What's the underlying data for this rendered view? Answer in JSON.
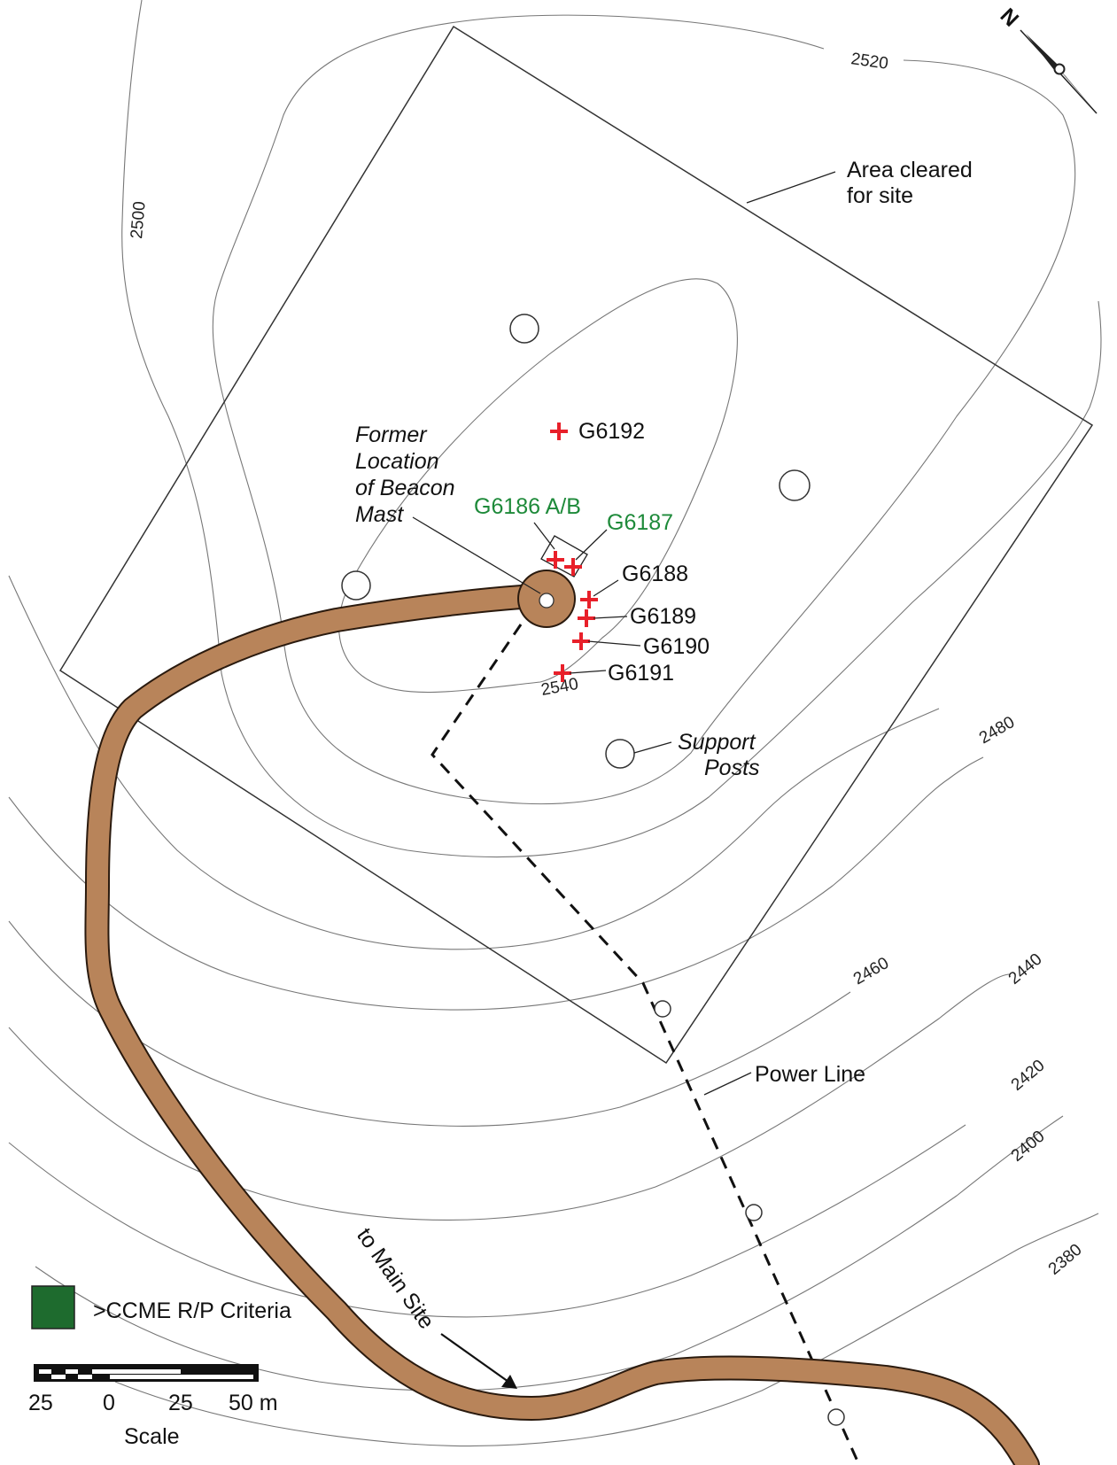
{
  "labels": {
    "area_cleared_line1": "Area cleared",
    "area_cleared_line2": "for site",
    "former_line1": "Former",
    "former_line2": "Location",
    "former_line3": "of Beacon",
    "former_line4": "Mast",
    "support_line1": "Support",
    "support_line2": "Posts",
    "power_line": "Power Line",
    "to_main_site": "to Main Site",
    "north": "N"
  },
  "contours": {
    "c2520": "2520",
    "c2500": "2500",
    "c2540": "2540",
    "c2480": "2480",
    "c2460": "2460",
    "c2440": "2440",
    "c2420": "2420",
    "c2400": "2400",
    "c2380": "2380"
  },
  "samples": [
    {
      "id": "G6192",
      "exceeds": false
    },
    {
      "id": "G6186 A/B",
      "exceeds": true
    },
    {
      "id": "G6187",
      "exceeds": true
    },
    {
      "id": "G6188",
      "exceeds": false
    },
    {
      "id": "G6189",
      "exceeds": false
    },
    {
      "id": "G6190",
      "exceeds": false
    },
    {
      "id": "G6191",
      "exceeds": false
    }
  ],
  "legend": {
    "ccme_label": ">CCME R/P  Criteria",
    "ccme_color": "#1e6b2e"
  },
  "scale": {
    "ticks": [
      "25",
      "0",
      "25",
      "50 m"
    ],
    "title": "Scale"
  },
  "colors": {
    "road": "#b8845a",
    "road_outline": "#2a1a0e",
    "sample_marker": "#e8202a",
    "exceed_text": "#1e8a3a",
    "contour": "#777777"
  }
}
